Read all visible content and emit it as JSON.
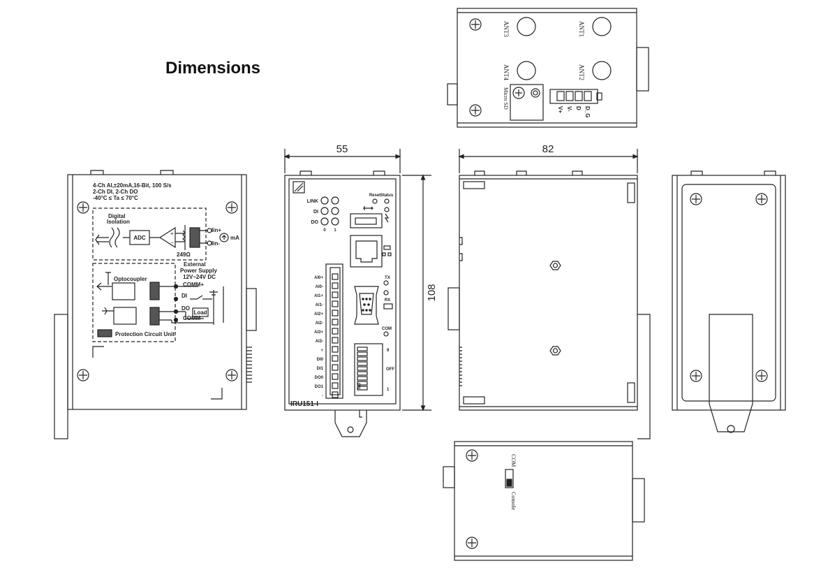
{
  "title": "Dimensions",
  "dimensions": {
    "width": "55",
    "depth": "82",
    "height": "108"
  },
  "side_label": {
    "line1": "4-Ch AI,±20mA,16-Bit, 100 S/s",
    "line2": "2-Ch DI, 2-Ch DO",
    "line3": "-40°C ≤ Ta ≤ 70°C",
    "digital_isolation_1": "Digital",
    "digital_isolation_2": "Isolation",
    "adc": "ADC",
    "resistor": "249Ω",
    "iin_plus": "Iin+",
    "iin_minus": "Iin-",
    "ma": "mA",
    "optocoupler": "Optocoupler",
    "ext_supply_1": "External",
    "ext_supply_2": "Power Supply",
    "ext_supply_3": "12V~24V DC",
    "comm_plus": "COMM+",
    "di": "DI",
    "do": "DO",
    "load": "Load",
    "comm_minus": "COMM-",
    "protection": "Protection Circuit Unit"
  },
  "front": {
    "led_link": "LINK",
    "led_di": "DI",
    "led_do": "DO",
    "led_0": "0",
    "led_1": "1",
    "reset": "Reset",
    "status": "Status",
    "tx": "TX",
    "rx": "RX",
    "com": "COM",
    "dip_on": "ON",
    "dip_off": "OFF",
    "dip_9": "9",
    "dip_1": "1",
    "model": "IRU151-I",
    "terminals": [
      "AI0+",
      "AI0-",
      "AI1+",
      "AI1-",
      "AI2+",
      "AI2-",
      "AI3+",
      "AI3-",
      "+",
      "DI0",
      "DI1",
      "DO0",
      "DO1",
      "-"
    ]
  },
  "top_view": {
    "ant3": "ANT3",
    "ant1": "ANT1",
    "ant4": "ANT4",
    "ant2": "ANT2",
    "micro_sd": "Micro SD",
    "pins": [
      "V+",
      "V-",
      "D",
      "D_G"
    ]
  },
  "bottom_view": {
    "com": "COM",
    "console": "Console"
  }
}
